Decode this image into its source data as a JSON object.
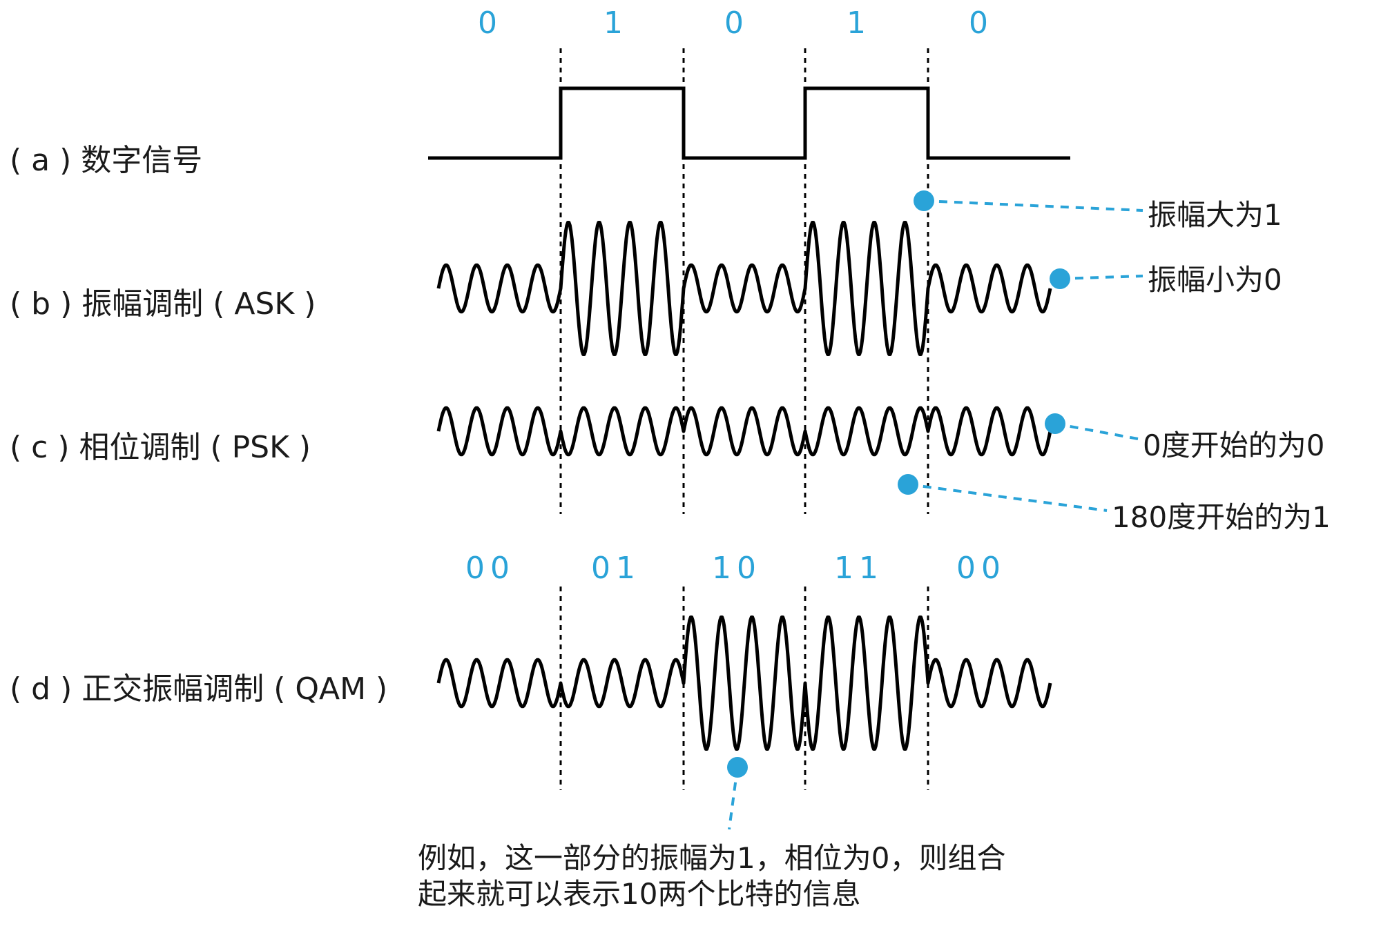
{
  "bits_top": [
    "0",
    "1",
    "0",
    "1",
    "0"
  ],
  "bits_qam": [
    "00",
    "01",
    "10",
    "11",
    "00"
  ],
  "labels": {
    "a": "( a ) 数字信号",
    "b": "( b ) 振幅调制 ( ASK )",
    "c": "( c ) 相位调制 ( PSK )",
    "d": "( d ) 正交振幅调制 ( QAM )"
  },
  "annotations": {
    "ask_large": "振幅大为1",
    "ask_small": "振幅小为0",
    "psk_zero": "0度开始的为0",
    "psk_one": "180度开始的为1"
  },
  "caption": {
    "line1": "例如，这一部分的振幅为1，相位为0，则组合",
    "line2": "起来就可以表示10两个比特的信息"
  },
  "colors": {
    "accent": "#2aa3d8",
    "ink": "#000000"
  },
  "signals": {
    "digital": [
      0,
      1,
      0,
      1,
      0
    ],
    "ask_amplitudes": [
      0,
      1,
      0,
      1,
      0
    ],
    "psk_phases_deg": [
      0,
      180,
      0,
      180,
      0
    ],
    "qam_amplitudes": [
      0,
      0,
      1,
      1,
      0
    ],
    "qam_phases_deg": [
      0,
      180,
      0,
      180,
      0
    ]
  }
}
